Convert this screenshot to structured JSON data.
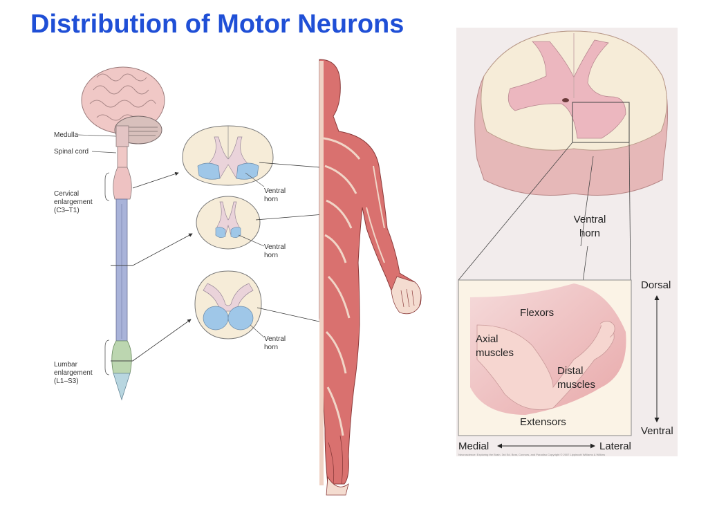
{
  "title": "Distribution of Motor Neurons",
  "left_labels": {
    "medulla": "Medulla",
    "spinal_cord": "Spinal cord",
    "cervical_1": "Cervical",
    "cervical_2": "enlargement",
    "cervical_3": "(C3–T1)",
    "lumbar_1": "Lumbar",
    "lumbar_2": "enlargement",
    "lumbar_3": "(L1–S3)",
    "ventral_a": "Ventral",
    "horn_a": "horn",
    "ventral_b": "Ventral",
    "horn_b": "horn",
    "ventral_c": "Ventral",
    "horn_c": "horn"
  },
  "right_labels": {
    "ventral": "Ventral",
    "horn": "horn",
    "dorsal": "Dorsal",
    "ventral_axis": "Ventral",
    "flexors": "Flexors",
    "axial_1": "Axial",
    "axial_2": "muscles",
    "distal_1": "Distal",
    "distal_2": "muscles",
    "extensors": "Extensors",
    "medial": "Medial",
    "lateral": "Lateral",
    "credit": "Neuroscience: Exploring the Brain, 3rd Ed, Bear, Connors, and Paradiso Copyright © 2007 Lippincott Williams & Wilkins"
  },
  "colors": {
    "title": "#1f4fd6",
    "gray_matter": "#e9b8c0",
    "white_matter": "#f6ecd8",
    "ventral_horn_blue": "#9fc7e8",
    "cord_blue": "#a9b3d9",
    "lumbar_green": "#bcd6b0",
    "muscle": "#d9716f",
    "brain": "#f0c8c6"
  }
}
